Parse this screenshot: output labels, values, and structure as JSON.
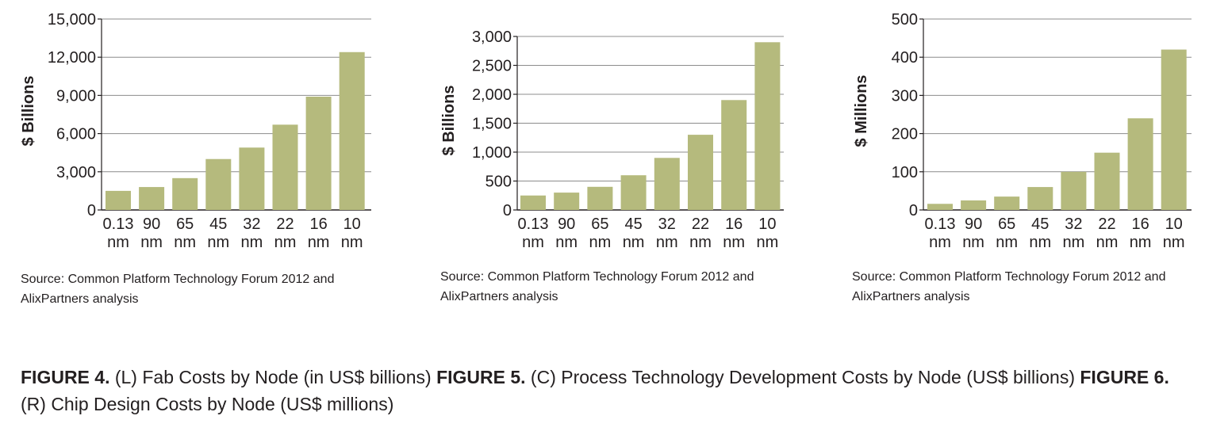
{
  "chart_data": [
    {
      "type": "bar",
      "categories": [
        "0.13 nm",
        "90 nm",
        "65 nm",
        "45 nm",
        "32 nm",
        "22 nm",
        "16 nm",
        "10 nm"
      ],
      "values": [
        1500,
        1800,
        2500,
        4000,
        4900,
        6700,
        8900,
        12400
      ],
      "ylabel": "$ Billions",
      "ylim": [
        0,
        15000
      ],
      "yticks": [
        "0",
        "3,000",
        "6,000",
        "9,000",
        "12,000",
        "15,000"
      ],
      "grid": true,
      "bar_color": "#b5ba7d",
      "source": [
        "Source: Common Platform Technology Forum 2012 and",
        "AlixPartners analysis"
      ]
    },
    {
      "type": "bar",
      "categories": [
        "0.13 nm",
        "90 nm",
        "65 nm",
        "45 nm",
        "32 nm",
        "22 nm",
        "16 nm",
        "10 nm"
      ],
      "values": [
        250,
        300,
        400,
        600,
        900,
        1300,
        1900,
        2900
      ],
      "ylabel": "$ Billions",
      "ylim": [
        0,
        3000
      ],
      "yticks": [
        "0",
        "500",
        "1,000",
        "1,500",
        "2,000",
        "2,500",
        "3,000"
      ],
      "grid": true,
      "bar_color": "#b5ba7d",
      "source": [
        "Source: Common Platform Technology Forum 2012 and",
        "AlixPartners analysis"
      ]
    },
    {
      "type": "bar",
      "categories": [
        "0.13 nm",
        "90 nm",
        "65 nm",
        "45 nm",
        "32 nm",
        "22 nm",
        "16 nm",
        "10 nm"
      ],
      "values": [
        16,
        25,
        35,
        60,
        100,
        150,
        240,
        420
      ],
      "ylabel": "$ Millions",
      "ylim": [
        0,
        500
      ],
      "yticks": [
        "0",
        "100",
        "200",
        "300",
        "400",
        "500"
      ],
      "grid": true,
      "bar_color": "#b5ba7d",
      "source": [
        "Source: Common Platform Technology Forum 2012 and",
        "AlixPartners analysis"
      ]
    }
  ],
  "caption": [
    {
      "bold": true,
      "text": "FIGURE 4."
    },
    {
      "bold": false,
      "text": " (L) Fab Costs by Node (in US$ billions) "
    },
    {
      "bold": true,
      "text": "FIGURE 5."
    },
    {
      "bold": false,
      "text": " (C) Process Technology Development Costs by Node (US$ billions) "
    },
    {
      "bold": true,
      "text": "FIGURE 6."
    },
    {
      "bold": false,
      "text": " (R) Chip Design Costs by Node (US$ millions)"
    }
  ]
}
